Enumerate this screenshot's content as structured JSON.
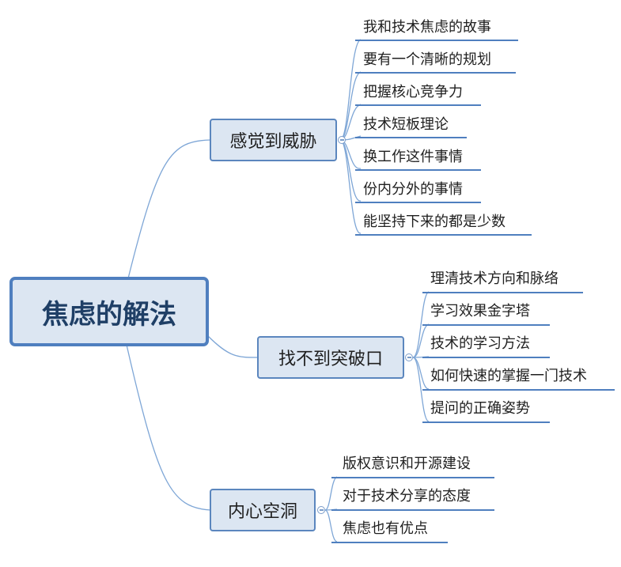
{
  "root": {
    "label": "焦虑的解法"
  },
  "branches": [
    {
      "label": "感觉到威胁",
      "children": [
        "我和技术焦虑的故事",
        "要有一个清晰的规划",
        "把握核心竞争力",
        "技术短板理论",
        "换工作这件事情",
        "份内分外的事情",
        "能坚持下来的都是少数"
      ]
    },
    {
      "label": "找不到突破口",
      "children": [
        "理清技术方向和脉络",
        "学习效果金字塔",
        "技术的学习方法",
        "如何快速的掌握一门技术",
        "提问的正确姿势"
      ]
    },
    {
      "label": "内心空洞",
      "children": [
        "版权意识和开源建设",
        "对于技术分享的态度",
        "焦虑也有优点"
      ]
    }
  ],
  "colors": {
    "line": "#7ea6d6",
    "box_fill": "#dce6f2",
    "box_border": "#5b86be",
    "root_text": "#1f3f66"
  }
}
